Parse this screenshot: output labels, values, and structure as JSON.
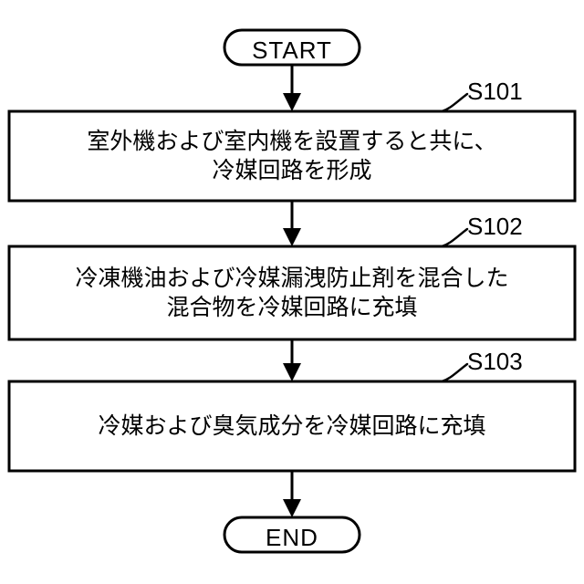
{
  "diagram": {
    "type": "flowchart",
    "orientation": "vertical",
    "background_color": "#ffffff",
    "stroke_color": "#000000",
    "terminals": {
      "start": {
        "label": "START"
      },
      "end": {
        "label": "END"
      }
    },
    "steps": [
      {
        "id": "S101",
        "ref_label": "S101",
        "text": "室外機および室内機を設置すると共に、\n冷媒回路を形成",
        "lines": [
          "室外機および室内機を設置すると共に、",
          "冷媒回路を形成"
        ]
      },
      {
        "id": "S102",
        "ref_label": "S102",
        "text": "冷凍機油および冷媒漏洩防止剤を混合した\n混合物を冷媒回路に充填",
        "lines": [
          "冷凍機油および冷媒漏洩防止剤を混合した",
          "混合物を冷媒回路に充填"
        ]
      },
      {
        "id": "S103",
        "ref_label": "S103",
        "text": "冷媒および臭気成分を冷媒回路に充填",
        "lines": [
          "冷媒および臭気成分を冷媒回路に充填"
        ]
      }
    ],
    "flow": [
      {
        "from": "START",
        "to": "S101"
      },
      {
        "from": "S101",
        "to": "S102"
      },
      {
        "from": "S102",
        "to": "S103"
      },
      {
        "from": "S103",
        "to": "END"
      }
    ]
  }
}
